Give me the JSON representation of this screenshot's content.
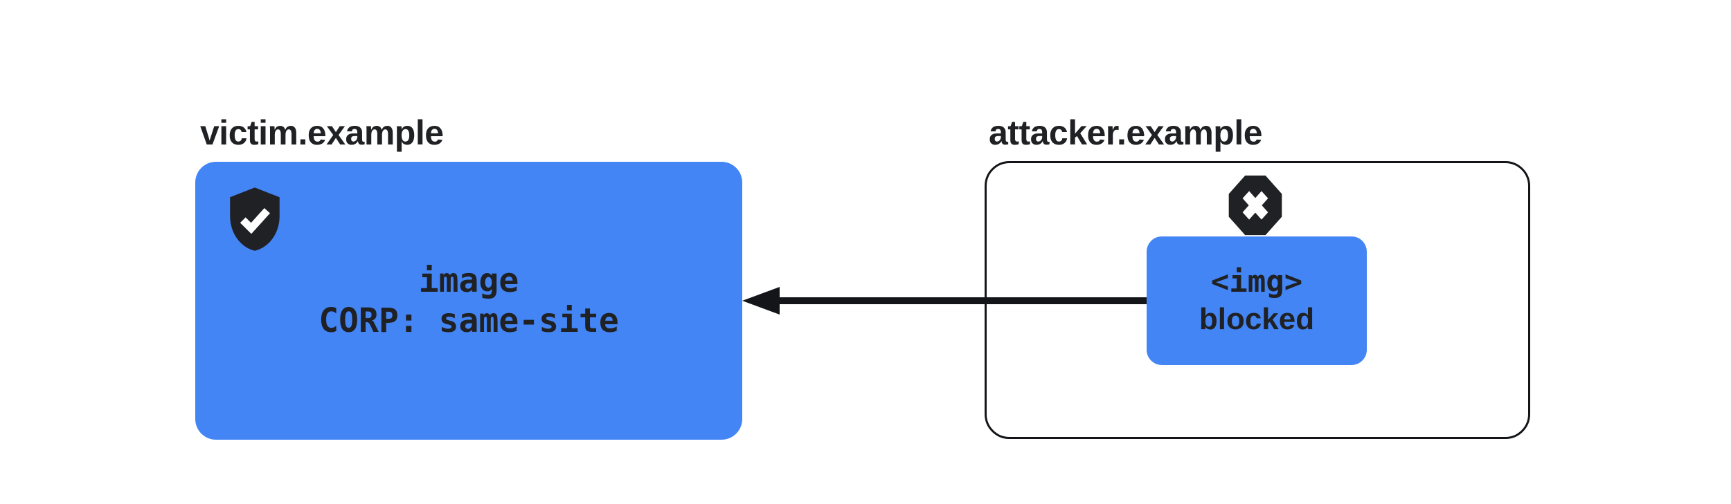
{
  "victim": {
    "domain_label": "victim.example",
    "icon": "shield-check-icon",
    "box": {
      "line1": "image",
      "line2": "CORP: same-site"
    }
  },
  "attacker": {
    "domain_label": "attacker.example",
    "icon": "blocked-x-icon",
    "request_box": {
      "line1": "<img>",
      "line2": "blocked"
    }
  },
  "arrow": {
    "direction": "right-to-left",
    "from": "attacker.example request box",
    "to": "victim.example box"
  },
  "colors": {
    "accent_blue": "#4385F4",
    "ink_dark": "#202124",
    "outline_dark": "#131519",
    "background": "#ffffff",
    "icon_glyph": "#ffffff"
  }
}
